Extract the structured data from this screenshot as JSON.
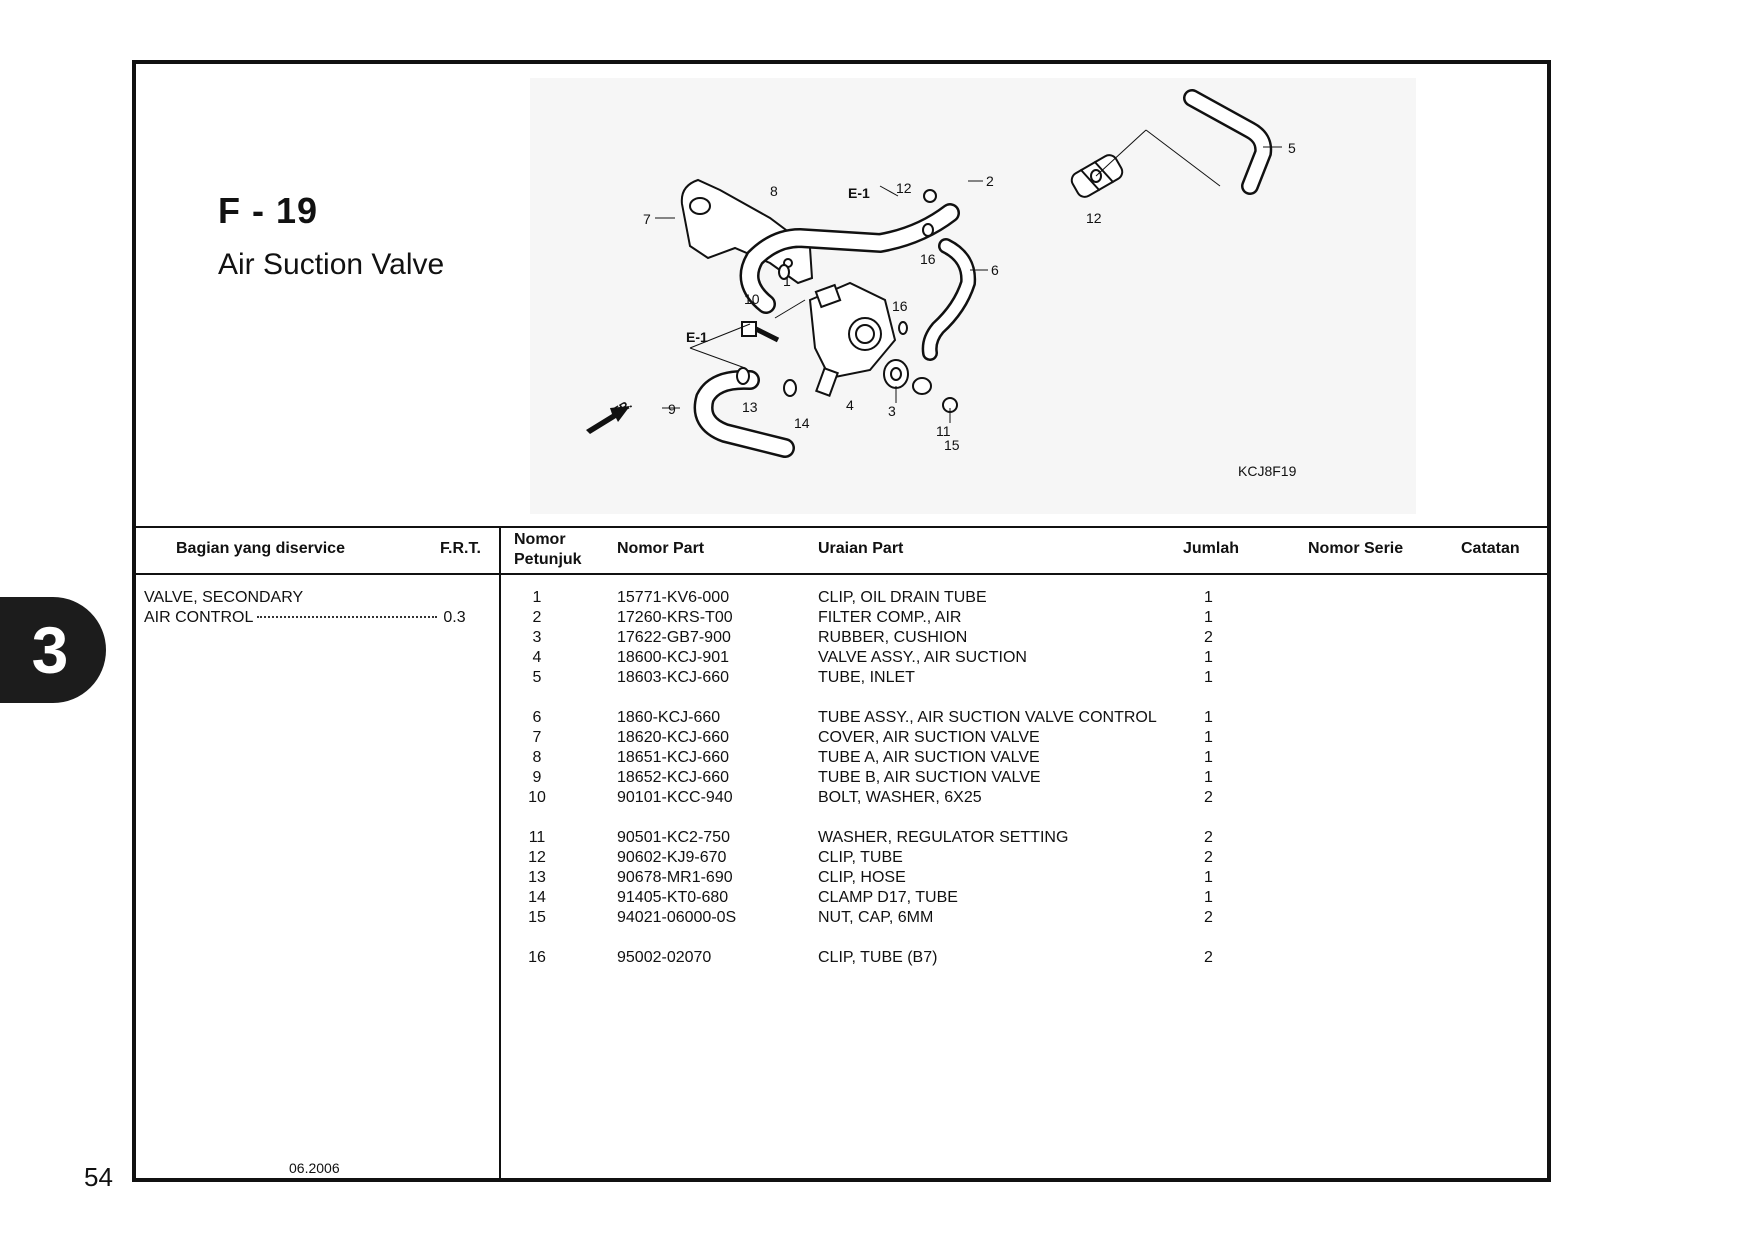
{
  "figure": {
    "code": "F - 19",
    "title": "Air Suction Valve",
    "diagram_ref": "KCJ8F19",
    "callouts": [
      "1",
      "2",
      "3",
      "4",
      "5",
      "6",
      "7",
      "8",
      "9",
      "10",
      "11",
      "12",
      "12",
      "13",
      "14",
      "15",
      "16",
      "16"
    ],
    "engine_ref": "E-1",
    "front_marker": "FR."
  },
  "table": {
    "headers": {
      "service_part": "Bagian yang diservice",
      "frt": "F.R.T.",
      "ref_no_line1": "Nomor",
      "ref_no_line2": "Petunjuk",
      "part_no": "Nomor Part",
      "description": "Uraian Part",
      "qty": "Jumlah",
      "serial": "Nomor Serie",
      "notes": "Catatan"
    },
    "service": {
      "line1": "VALVE, SECONDARY",
      "line2": "AIR CONTROL",
      "frt": "0.3"
    },
    "rows": [
      {
        "ref": "1",
        "part": "15771-KV6-000",
        "desc": "CLIP, OIL DRAIN TUBE",
        "qty": "1"
      },
      {
        "ref": "2",
        "part": "17260-KRS-T00",
        "desc": "FILTER COMP., AIR",
        "qty": "1"
      },
      {
        "ref": "3",
        "part": "17622-GB7-900",
        "desc": "RUBBER, CUSHION",
        "qty": "2"
      },
      {
        "ref": "4",
        "part": "18600-KCJ-901",
        "desc": "VALVE ASSY., AIR SUCTION",
        "qty": "1"
      },
      {
        "ref": "5",
        "part": "18603-KCJ-660",
        "desc": "TUBE, INLET",
        "qty": "1"
      },
      {
        "ref": "6",
        "part": "1860-KCJ-660",
        "desc": "TUBE ASSY., AIR SUCTION VALVE CONTROL",
        "qty": "1"
      },
      {
        "ref": "7",
        "part": "18620-KCJ-660",
        "desc": "COVER, AIR SUCTION VALVE",
        "qty": "1"
      },
      {
        "ref": "8",
        "part": "18651-KCJ-660",
        "desc": "TUBE A, AIR SUCTION VALVE",
        "qty": "1"
      },
      {
        "ref": "9",
        "part": "18652-KCJ-660",
        "desc": "TUBE B, AIR SUCTION VALVE",
        "qty": "1"
      },
      {
        "ref": "10",
        "part": "90101-KCC-940",
        "desc": "BOLT, WASHER, 6X25",
        "qty": "2"
      },
      {
        "ref": "11",
        "part": "90501-KC2-750",
        "desc": "WASHER, REGULATOR SETTING",
        "qty": "2"
      },
      {
        "ref": "12",
        "part": "90602-KJ9-670",
        "desc": "CLIP, TUBE",
        "qty": "2"
      },
      {
        "ref": "13",
        "part": "90678-MR1-690",
        "desc": "CLIP, HOSE",
        "qty": "1"
      },
      {
        "ref": "14",
        "part": "91405-KT0-680",
        "desc": "CLAMP D17, TUBE",
        "qty": "1"
      },
      {
        "ref": "15",
        "part": "94021-06000-0S",
        "desc": "NUT, CAP, 6MM",
        "qty": "2"
      },
      {
        "ref": "16",
        "part": "95002-02070",
        "desc": "CLIP, TUBE (B7)",
        "qty": "2"
      }
    ]
  },
  "page": {
    "section_tab": "3",
    "page_number": "54",
    "date": "06.2006"
  }
}
